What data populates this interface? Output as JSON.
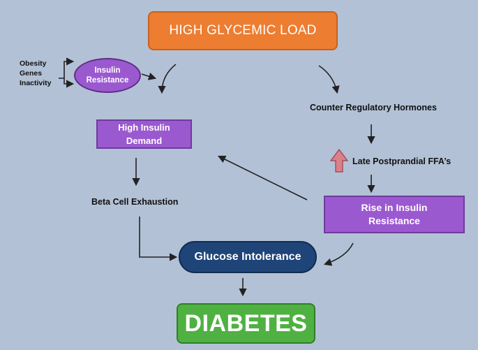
{
  "nodes": {
    "high_glycemic_load": "HIGH GLYCEMIC LOAD",
    "insulin_resistance_line1": "Insulin",
    "insulin_resistance_line2": "Resistance",
    "factor_obesity": "Obesity",
    "factor_genes": "Genes",
    "factor_inactivity": "Inactivity",
    "counter_regulatory": "Counter Regulatory Hormones",
    "high_insulin_demand_line1": "High Insulin",
    "high_insulin_demand_line2": "Demand",
    "late_postprandial": "Late Postprandial FFA’s",
    "beta_cell": "Beta Cell Exhaustion",
    "rise_line1": "Rise in Insulin",
    "rise_line2": "Resistance",
    "glucose_intolerance": "Glucose Intolerance",
    "diabetes": "DIABETES"
  },
  "colors": {
    "background": "#b3c1d6",
    "orange": "#ed7d31",
    "purple": "#9b59d0",
    "navy": "#1f4578",
    "green": "#4fb141",
    "arrow": "#222222",
    "up_arrow": "#d9808a"
  }
}
